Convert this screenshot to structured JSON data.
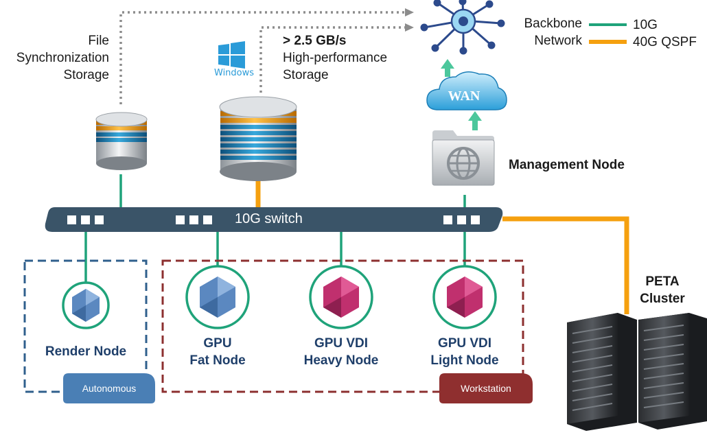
{
  "labels": {
    "file_sync_1": "File",
    "file_sync_2": "Synchronization",
    "file_sync_3": "Storage",
    "speed": "> 2.5 GB/s",
    "hp_1": "High-performance",
    "hp_2": "Storage",
    "windows": "Windows",
    "wan": "WAN",
    "management": "Management Node",
    "switch": "10G switch",
    "render": "Render Node",
    "gpu_fat_1": "GPU",
    "gpu_fat_2": "Fat Node",
    "vdi_heavy_1": "GPU VDI",
    "vdi_heavy_2": "Heavy Node",
    "vdi_light_1": "GPU VDI",
    "vdi_light_2": "Light Node",
    "peta_1": "PETA",
    "peta_2": "Cluster",
    "autonomous": "Autonomous",
    "workstation": "Workstation"
  },
  "legend": {
    "title_1": "Backbone",
    "title_2": "Network",
    "items": [
      {
        "label": "10G",
        "color": "#1fa37a"
      },
      {
        "label": "40G QSPF",
        "color": "#f5a00f"
      }
    ]
  },
  "colors": {
    "green_link": "#1fa37a",
    "orange_link": "#f5a00f",
    "switch": "#3a5468",
    "autonomous": "#2f5f8c",
    "workstation": "#8c2f2f"
  },
  "icons": [
    "database-icon",
    "windows-logo-icon",
    "network-hub-icon",
    "wan-cloud-icon",
    "folder-globe-icon",
    "blue-polyhedron-icon",
    "magenta-polyhedron-icon",
    "server-rack-icon"
  ]
}
